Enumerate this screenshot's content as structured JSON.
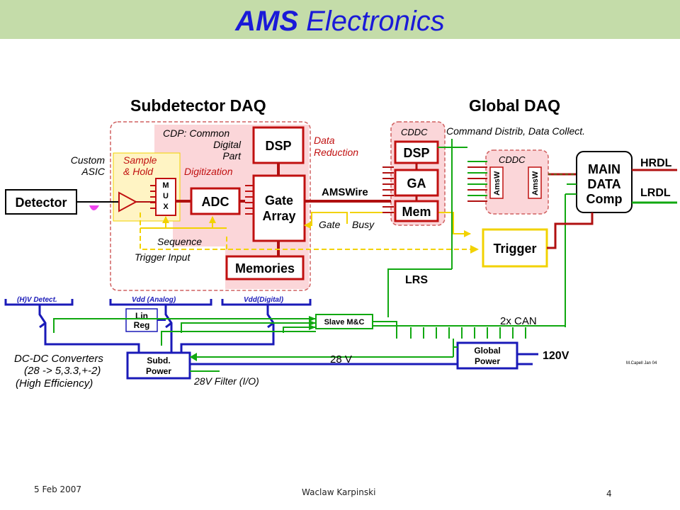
{
  "slide": {
    "title_bold": "AMS",
    "title_rest": " Electronics",
    "footer_date": "5 Feb 2007",
    "footer_author": "Waclaw Karpinski",
    "page_number": "4"
  },
  "colors": {
    "title_bar": "#c4dca9",
    "title_text": "#1a1ad8",
    "daq_red": "#b01010",
    "power_blue": "#1a1ab8",
    "monitor_green": "#10a810",
    "trigger_yellow": "#f2d200",
    "pink_fill": "#fbd6d9",
    "yellow_fill": "#fff4c4"
  },
  "diagram": {
    "subdetector_daq": "Subdetector DAQ",
    "global_daq": "Global DAQ",
    "cdp_line1": "CDP: Common",
    "cdp_line2": "Digital",
    "cdp_line3": "Part",
    "data_reduction_1": "Data",
    "data_reduction_2": "Reduction",
    "custom_asic_1": "Custom",
    "custom_asic_2": "ASIC",
    "sample_hold_1": "Sample",
    "sample_hold_2": "& Hold",
    "digitization": "Digitization",
    "detector": "Detector",
    "mux": [
      "M",
      "U",
      "X"
    ],
    "adc": "ADC",
    "dsp": "DSP",
    "gate_array_1": "Gate",
    "gate_array_2": "Array",
    "memories": "Memories",
    "amswire": "AMSWire",
    "gate": "Gate",
    "busy": "Busy",
    "sequence": "Sequence",
    "trigger_input": "Trigger Input",
    "cddc": "CDDC",
    "cddc_dsp": "DSP",
    "cddc_ga": "GA",
    "cddc_mem": "Mem",
    "command_distrib": "Command Distrib, Data Collect.",
    "cddc2": "CDDC",
    "amsw": "AmsW",
    "main_1": "MAIN",
    "main_2": "DATA",
    "main_3": "Comp",
    "hrdl": "HRDL",
    "lrdl": "LRDL",
    "trigger": "Trigger",
    "lrs": "LRS",
    "hv_detect": "(H)V Detect.",
    "vdd_analog": "Vdd (Analog)",
    "vdd_digital": "Vdd(Digital)",
    "lin_reg_1": "Lin",
    "lin_reg_2": "Reg",
    "slave_mc": "Slave M&C",
    "two_can": "2x CAN",
    "dcdc_1": "DC-DC Converters",
    "dcdc_2": "(28 -> 5,3.3,+-2)",
    "dcdc_3": "(High Efficiency)",
    "subd_power_1": "Subd.",
    "subd_power_2": "Power",
    "v28": "28 V",
    "filter_28v": "28V Filter (I/O)",
    "global_power_1": "Global",
    "global_power_2": "Power",
    "v120": "120V",
    "credit": "M.Capell Jan 04"
  }
}
